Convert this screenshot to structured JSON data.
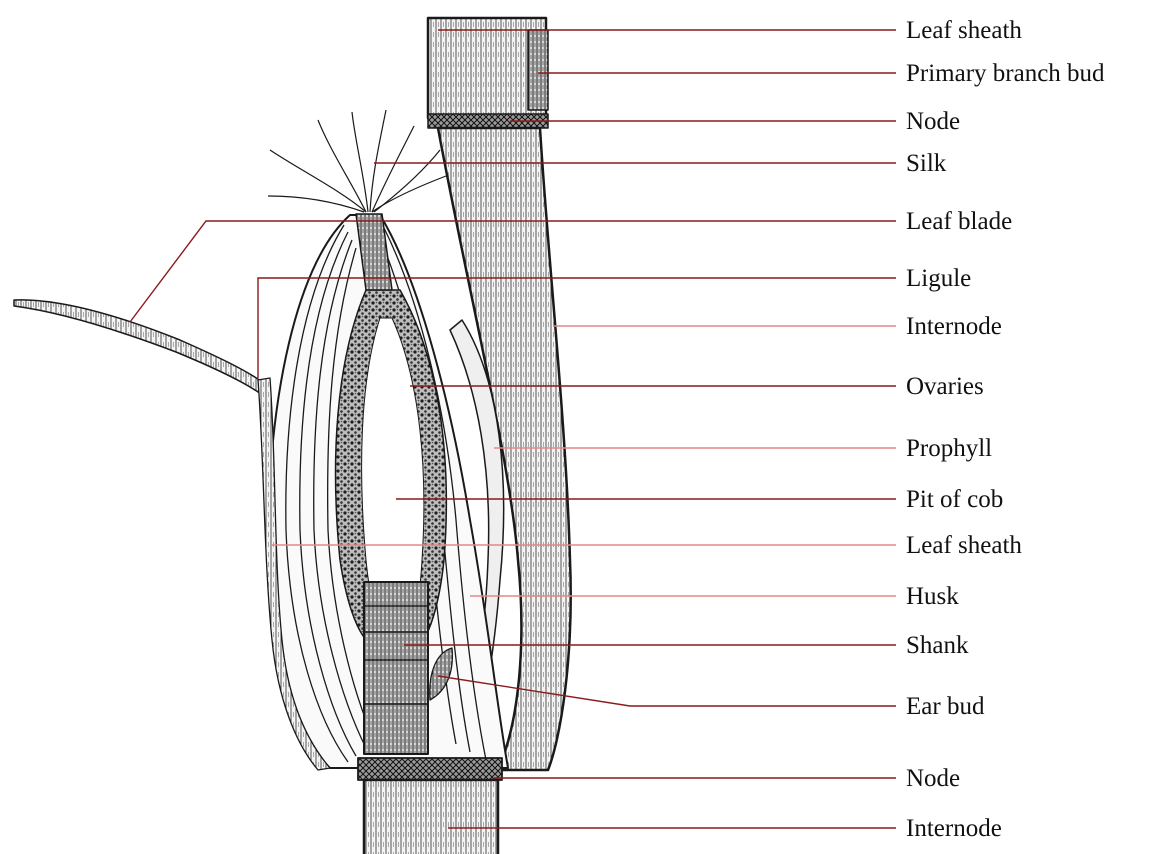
{
  "labels": [
    "Leaf sheath",
    "Primary branch bud",
    "Node",
    "Silk",
    "Leaf blade",
    "Ligule",
    "Internode",
    "Ovaries",
    "Prophyll",
    "Pit of cob",
    "Leaf sheath",
    "Husk",
    "Shank",
    "Ear bud",
    "Node",
    "Internode"
  ],
  "colors": {
    "leader_dark": "#8b1a1a",
    "leader_light": "#e08a8a",
    "ink": "#1a1a1a",
    "background": "#ffffff"
  }
}
